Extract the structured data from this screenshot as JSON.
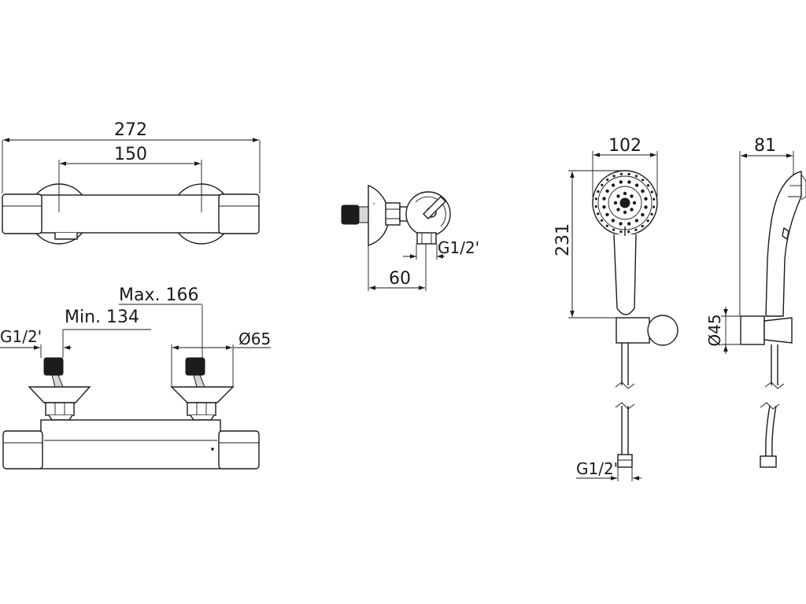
{
  "dimensions": {
    "overall_width": "272",
    "centers": "150",
    "max_centers": "Max. 166",
    "min_centers": "Min. 134",
    "inlet_thread_left": "G1/2'",
    "eccentric_dia": "Ø65",
    "side_thread": "G1/2'",
    "side_depth": "60",
    "head_width": "102",
    "head_length": "231",
    "head_depth": "81",
    "holder_dia": "Ø45",
    "hose_thread": "G1/2'"
  }
}
